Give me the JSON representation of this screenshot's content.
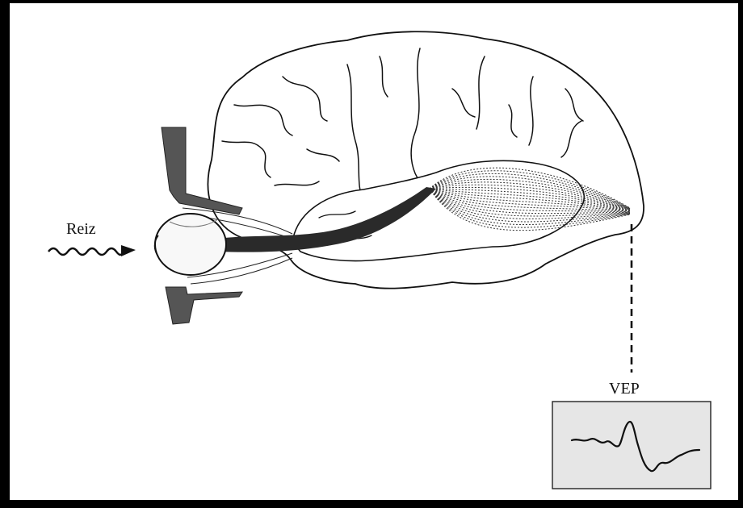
{
  "labels": {
    "stimulus": "Reiz",
    "vep": "VEP"
  },
  "colors": {
    "ink": "#111111",
    "pathway": "#2a2a2a",
    "recording_box": "#e6e6e6",
    "frame": "#000000"
  },
  "icons": {
    "stimulus_arrow": "wavy-arrow-icon",
    "eye": "eyeball-icon",
    "brain": "brain-icon",
    "waveform": "evoked-potential-waveform"
  }
}
